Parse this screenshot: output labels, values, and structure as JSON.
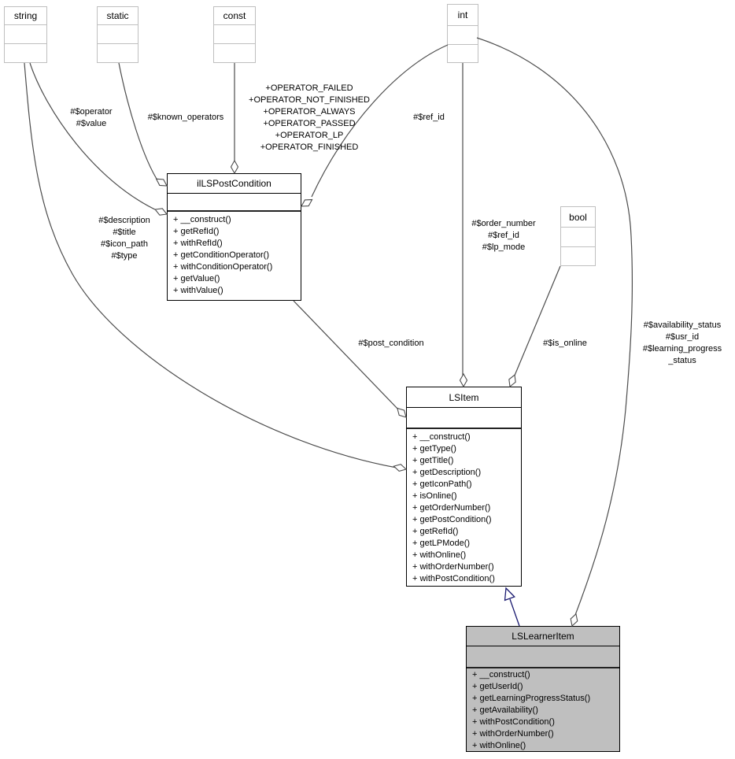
{
  "type_boxes": {
    "string": {
      "label": "string"
    },
    "static": {
      "label": "static"
    },
    "const": {
      "label": "const"
    },
    "int": {
      "label": "int"
    },
    "bool": {
      "label": "bool"
    }
  },
  "classes": {
    "post_condition_class": {
      "name": "ilLSPostCondition",
      "methods": [
        "+ __construct()",
        "+ getRefId()",
        "+ withRefId()",
        "+ getConditionOperator()",
        "+ withConditionOperator()",
        "+ getValue()",
        "+ withValue()"
      ]
    },
    "ls_item": {
      "name": "LSItem",
      "methods": [
        "+ __construct()",
        "+ getType()",
        "+ getTitle()",
        "+ getDescription()",
        "+ getIconPath()",
        "+ isOnline()",
        "+ getOrderNumber()",
        "+ getPostCondition()",
        "+ getRefId()",
        "+ getLPMode()",
        "+ withOnline()",
        "+ withOrderNumber()",
        "+ withPostCondition()"
      ]
    },
    "ls_learner_item": {
      "name": "LSLearnerItem",
      "methods": [
        "+ __construct()",
        "+ getUserId()",
        "+ getLearningProgressStatus()",
        "+ getAvailability()",
        "+ withPostCondition()",
        "+ withOrderNumber()",
        "+ withOnline()"
      ]
    }
  },
  "edge_labels": {
    "operator_value": [
      "#$operator",
      "#$value"
    ],
    "known_operators": [
      "#$known_operators"
    ],
    "operator_constants": [
      "+OPERATOR_FAILED",
      "+OPERATOR_NOT_FINISHED",
      "+OPERATOR_ALWAYS",
      "+OPERATOR_PASSED",
      "+OPERATOR_LP",
      "+OPERATOR_FINISHED"
    ],
    "ref_id": [
      "#$ref_id"
    ],
    "item_strings": [
      "#$description",
      "#$title",
      "#$icon_path",
      "#$type"
    ],
    "item_ints": [
      "#$order_number",
      "#$ref_id",
      "#$lp_mode"
    ],
    "post_condition": [
      "#$post_condition"
    ],
    "is_online": [
      "#$is_online"
    ],
    "learner_ints": [
      "#$availability_status",
      "#$usr_id",
      "#$learning_progress",
      "_status"
    ]
  },
  "colors": {
    "edge": "#4c4c4c",
    "inheritance": "#191970",
    "class_border": "#000000",
    "typebox_border": "#bfbfbf",
    "highlight_fill": "#bfbfbf",
    "background": "#ffffff"
  }
}
